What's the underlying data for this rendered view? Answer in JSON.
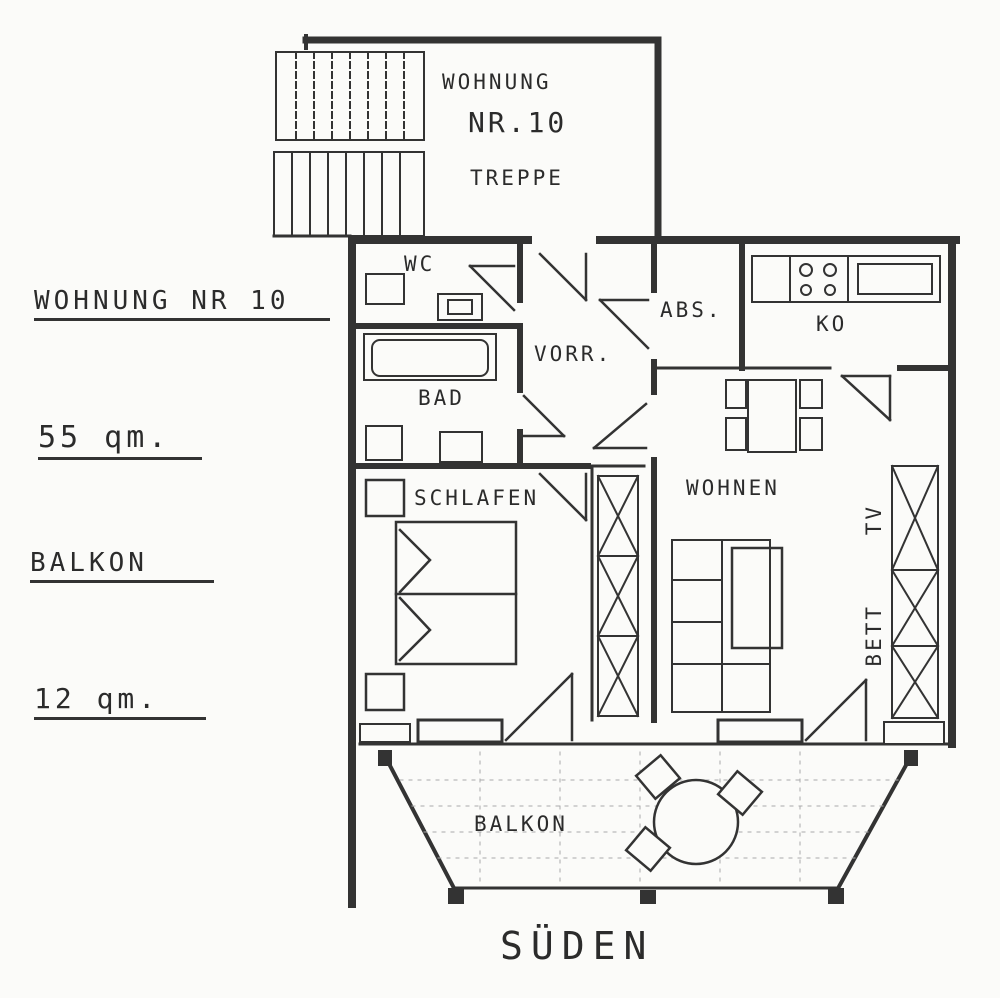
{
  "side_info": {
    "title": "WOHNUNG NR 10",
    "area": "55 qm.",
    "balcony_label": "BALKON",
    "balcony_area": "12 qm."
  },
  "rooms": {
    "stair_title_line1": "WOHNUNG",
    "stair_title_line2": "NR.10",
    "stair": "TREPPE",
    "wc": "WC",
    "vorraum": "VORR.",
    "abstell": "ABS.",
    "kueche": "KO",
    "bad": "BAD",
    "schlafen": "SCHLAFEN",
    "wohnen": "WOHNEN",
    "tv": "TV",
    "bett": "BETT",
    "balkon": "BALKON"
  },
  "orientation": "SÜDEN",
  "colors": {
    "ink": "#333333",
    "paper": "#fbfbf9",
    "hatch": "#777777"
  }
}
